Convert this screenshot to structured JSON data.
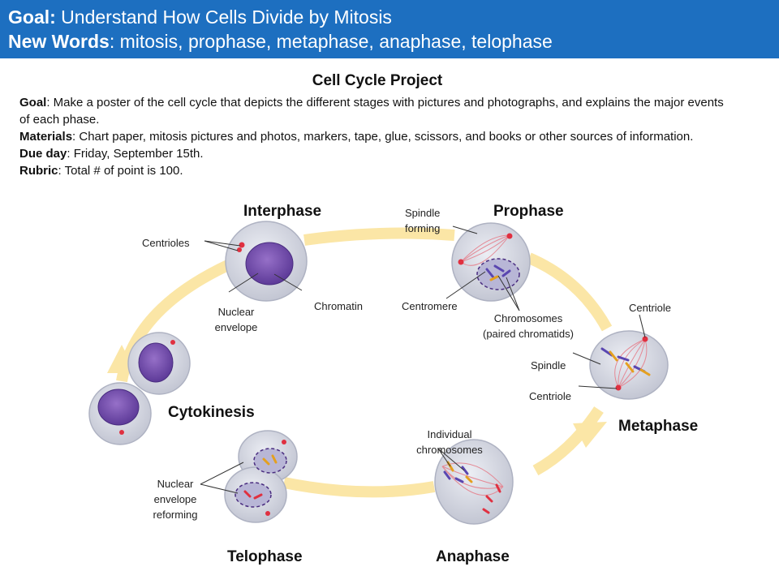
{
  "header": {
    "goal_label": "Goal:",
    "goal_text": " Understand How Cells Divide by Mitosis",
    "words_label": "New Words",
    "words_text": ": mitosis, prophase, metaphase, anaphase, telophase"
  },
  "project": {
    "title": "Cell Cycle Project",
    "goal_label": "Goal",
    "goal_text": ": Make a poster of the cell cycle that depicts the different stages with pictures and photographs, and explains the major events of each phase.",
    "materials_label": "Materials",
    "materials_text": ": Chart paper, mitosis pictures and photos, markers, tape, glue, scissors, and books or other sources of information.",
    "due_label": "Due day",
    "due_text": ": Friday, September 15th.",
    "rubric_label": "Rubric",
    "rubric_text": ": Total # of point is 100."
  },
  "phases": {
    "interphase": "Interphase",
    "prophase": "Prophase",
    "metaphase": "Metaphase",
    "anaphase": "Anaphase",
    "telophase": "Telophase",
    "cytokinesis": "Cytokinesis"
  },
  "labels": {
    "centrioles": "Centrioles",
    "nuclear_envelope_1": "Nuclear",
    "nuclear_envelope_2": "envelope",
    "chromatin": "Chromatin",
    "spindle_forming_1": "Spindle",
    "spindle_forming_2": "forming",
    "centromere": "Centromere",
    "chromosomes_1": "Chromosomes",
    "chromosomes_2": "(paired chromatids)",
    "centriole_top": "Centriole",
    "spindle": "Spindle",
    "centriole_bottom": "Centriole",
    "individual_1": "Individual",
    "individual_2": "chromosomes",
    "reforming_1": "Nuclear",
    "reforming_2": "envelope",
    "reforming_3": "reforming"
  },
  "colors": {
    "header_bg": "#1d6fc0",
    "cycle_ring": "#fbe6a6",
    "cell_fill": "#d4d6e0",
    "nucleus": "#7a4fb0",
    "centriole": "#e03040",
    "spindle_fiber": "#e48a96"
  }
}
